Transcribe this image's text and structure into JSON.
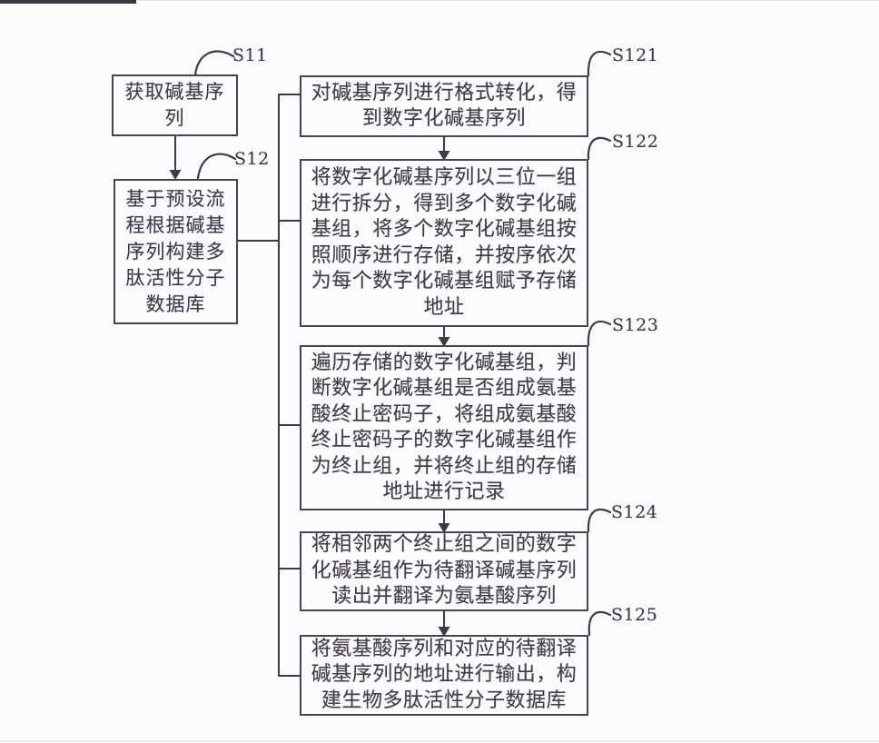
{
  "diagram": {
    "type": "flowchart",
    "steps": [
      {
        "label": "S11",
        "text": "获取碱基序列",
        "lines": [
          "获取碱基序",
          "列"
        ]
      },
      {
        "label": "S12",
        "text": "基于预设流程根据碱基序列构建多肽活性分子数据库",
        "lines": [
          "基于预设流",
          "程根据碱基",
          "序列构建多",
          "肽活性分子",
          "数据库"
        ]
      },
      {
        "label": "S121",
        "text": "对碱基序列进行格式转化，得到数字化碱基序列",
        "lines": [
          "对碱基序列进行格式转化，得",
          "到数字化碱基序列"
        ]
      },
      {
        "label": "S122",
        "text": "将数字化碱基序列以三位一组进行拆分，得到多个数字化碱基组，将多个数字化碱基组按照顺序进行存储，并按序依次为每个数字化碱基组赋予存储地址",
        "lines": [
          "将数字化碱基序列以三位一组",
          "进行拆分，得到多个数字化碱",
          "基组，将多个数字化碱基组按",
          "照顺序进行存储，并按序依次",
          "为每个数字化碱基组赋予存储",
          "地址"
        ]
      },
      {
        "label": "S123",
        "text": "遍历存储的数字化碱基组，判断数字化碱基组是否组成氨基酸终止密码子，将组成氨基酸终止密码子的数字化碱基组作为终止组，并将终止组的存储地址进行记录",
        "lines": [
          "遍历存储的数字化碱基组，判",
          "断数字化碱基组是否组成氨基",
          "酸终止密码子，将组成氨基酸",
          "终止密码子的数字化碱基组作",
          "为终止组，并将终止组的存储",
          "地址进行记录"
        ]
      },
      {
        "label": "S124",
        "text": "将相邻两个终止组之间的数字化碱基组作为待翻译碱基序列读出并翻译为氨基酸序列",
        "lines": [
          "将相邻两个终止组之间的数字",
          "化碱基组作为待翻译碱基序列",
          "读出并翻译为氨基酸序列"
        ]
      },
      {
        "label": "S125",
        "text": "将氨基酸序列和对应的待翻译碱基序列的地址进行输出，构建生物多肽活性分子数据库",
        "lines": [
          "将氨基酸序列和对应的待翻译",
          "碱基序列的地址进行输出，构",
          "建生物多肽活性分子数据库"
        ]
      }
    ]
  }
}
